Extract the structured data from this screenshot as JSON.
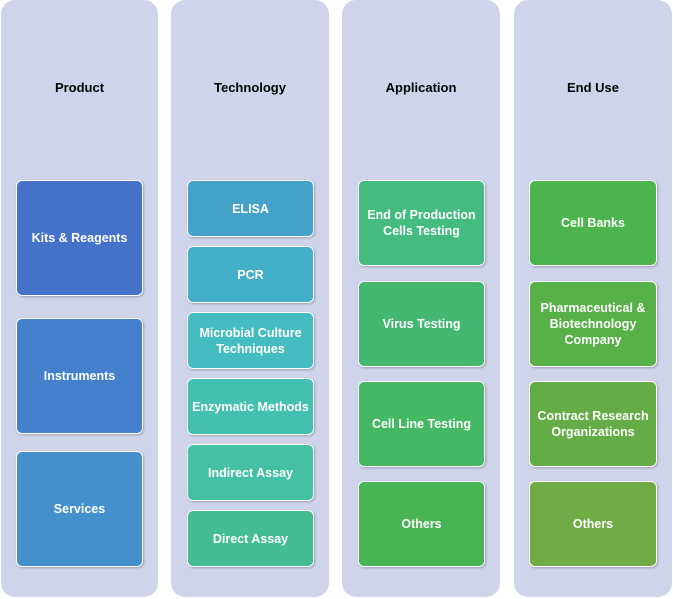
{
  "columns": [
    {
      "title": "Product",
      "items": [
        {
          "label": "Kits & Reagents",
          "color": "#4472c8"
        },
        {
          "label": "Instruments",
          "color": "#4480cb"
        },
        {
          "label": "Services",
          "color": "#4490cc"
        }
      ]
    },
    {
      "title": "Technology",
      "items": [
        {
          "label": "ELISA",
          "color": "#44a2c8"
        },
        {
          "label": "PCR",
          "color": "#44b0c8"
        },
        {
          "label": "Microbial Culture Techniques",
          "color": "#44bcc0"
        },
        {
          "label": "Enzymatic Methods",
          "color": "#44c0b0"
        },
        {
          "label": "Indirect Assay",
          "color": "#44c0a4"
        },
        {
          "label": "Direct Assay",
          "color": "#44bc94"
        }
      ]
    },
    {
      "title": "Application",
      "items": [
        {
          "label": "End of Production Cells Testing",
          "color": "#44bc80"
        },
        {
          "label": "Virus Testing",
          "color": "#44b870"
        },
        {
          "label": "Cell Line Testing",
          "color": "#44b862"
        },
        {
          "label": "Others",
          "color": "#48b454"
        }
      ]
    },
    {
      "title": "End Use",
      "items": [
        {
          "label": "Cell Banks",
          "color": "#4cb44c"
        },
        {
          "label": "Pharmaceutical & Biotechnology Company",
          "color": "#58b048"
        },
        {
          "label": "Contract Research Organizations",
          "color": "#64ac46"
        },
        {
          "label": "Others",
          "color": "#70ac46"
        }
      ]
    }
  ]
}
